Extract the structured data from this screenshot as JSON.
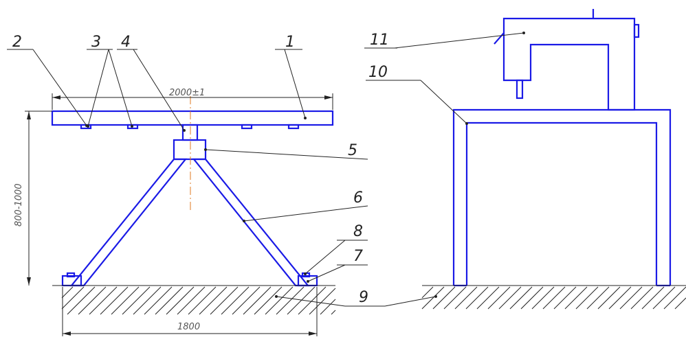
{
  "labels": [
    {
      "id": "1",
      "text": "1"
    },
    {
      "id": "2",
      "text": "2"
    },
    {
      "id": "3",
      "text": "3"
    },
    {
      "id": "4",
      "text": "4"
    },
    {
      "id": "5",
      "text": "5"
    },
    {
      "id": "6",
      "text": "6"
    },
    {
      "id": "7",
      "text": "7"
    },
    {
      "id": "8",
      "text": "8"
    },
    {
      "id": "9",
      "text": "9"
    },
    {
      "id": "10",
      "text": "10"
    },
    {
      "id": "11",
      "text": "11"
    }
  ],
  "dimensions": {
    "width_top": "2000±1",
    "height": "800-1000",
    "base": "1800"
  },
  "colors": {
    "part_stroke": "#1a1ae6",
    "line": "#222222",
    "axis": "#e07a20"
  }
}
